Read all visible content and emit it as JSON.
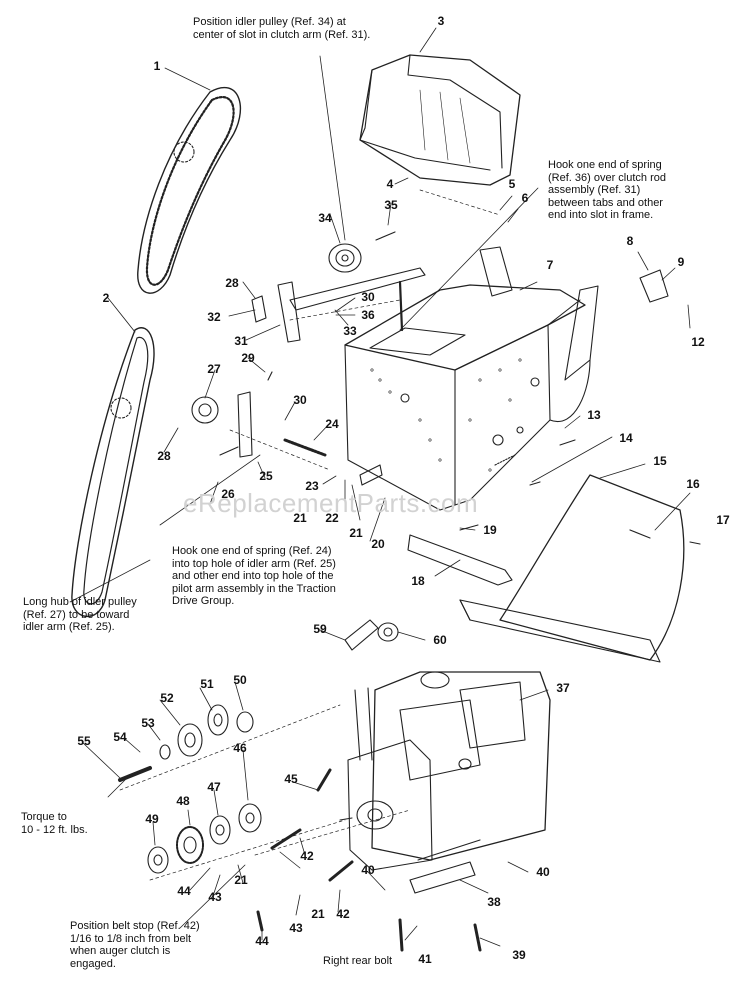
{
  "watermark": "eReplacementParts.com",
  "notes": {
    "idler_position": "Position idler pulley (Ref. 34) at\ncenter of slot in clutch arm (Ref. 31).",
    "spring_36": "Hook one end of spring\n(Ref. 36) over clutch rod\nassembly (Ref. 31)\nbetween tabs and other\nend into slot in frame.",
    "spring_24": "Hook one end of spring (Ref. 24)\ninto top hole of idler arm (Ref. 25)\nand other end into top hole of the\npilot arm assembly in the Traction\nDrive Group.",
    "long_hub": "Long hub of idler pulley\n(Ref. 27) to be toward\nidler arm (Ref. 25).",
    "torque": "Torque to\n10 - 12 ft. lbs.",
    "belt_stop": "Position belt stop (Ref. 42)\n1/16 to 1/8 inch from belt\nwhen auger clutch is\nengaged.",
    "rear_bolt": "Right rear bolt"
  },
  "refs": {
    "r1": "1",
    "r2": "2",
    "r3": "3",
    "r4": "4",
    "r5": "5",
    "r6": "6",
    "r7": "7",
    "r8": "8",
    "r9": "9",
    "r12": "12",
    "r13": "13",
    "r14": "14",
    "r15": "15",
    "r16": "16",
    "r17": "17",
    "r18": "18",
    "r19": "19",
    "r20": "20",
    "r21a": "21",
    "r21b": "21",
    "r21c": "21",
    "r21d": "21",
    "r22": "22",
    "r23": "23",
    "r24": "24",
    "r25": "25",
    "r26": "26",
    "r27": "27",
    "r28a": "28",
    "r28b": "28",
    "r29": "29",
    "r30a": "30",
    "r30b": "30",
    "r31": "31",
    "r32": "32",
    "r33": "33",
    "r34": "34",
    "r35": "35",
    "r36": "36",
    "r37": "37",
    "r38": "38",
    "r39": "39",
    "r40a": "40",
    "r40b": "40",
    "r41": "41",
    "r42a": "42",
    "r42b": "42",
    "r43a": "43",
    "r43b": "43",
    "r44a": "44",
    "r44b": "44",
    "r45": "45",
    "r46": "46",
    "r47": "47",
    "r48": "48",
    "r49": "49",
    "r50": "50",
    "r51": "51",
    "r52": "52",
    "r53": "53",
    "r54": "54",
    "r55": "55",
    "r59": "59",
    "r60": "60"
  }
}
